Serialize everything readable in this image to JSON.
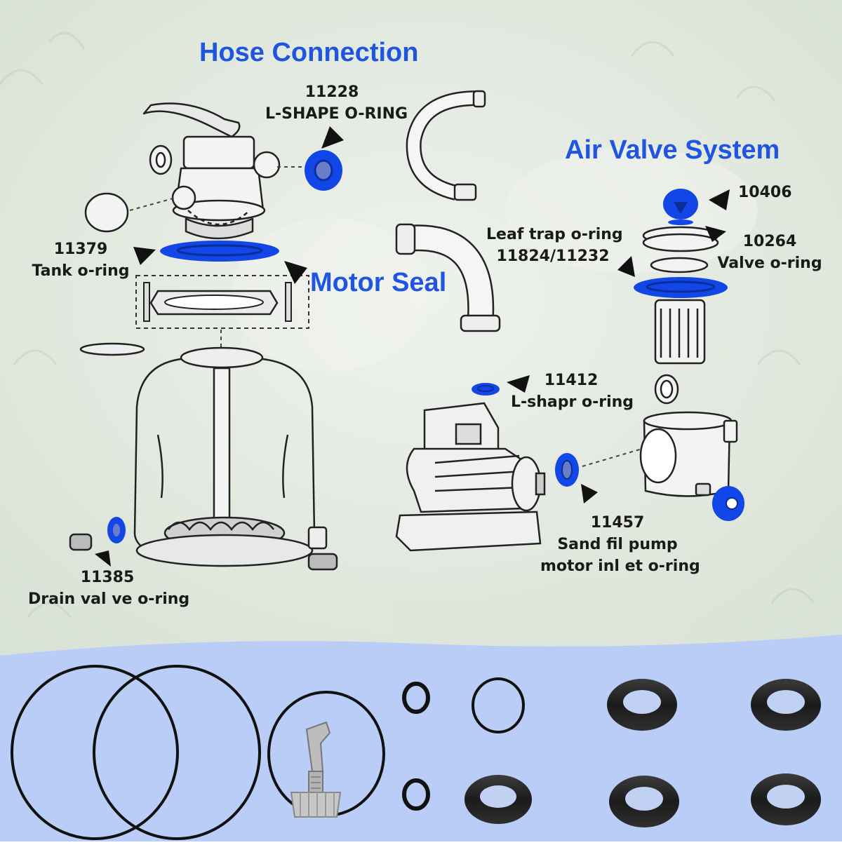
{
  "headings": {
    "hose_connection": "Hose Connection",
    "motor_seal": "Motor Seal",
    "air_valve_system": "Air Valve System"
  },
  "parts": {
    "p11228": {
      "number": "11228",
      "name": "L-SHAPE O-RING"
    },
    "p11379": {
      "number": "11379",
      "name": "Tank o-ring"
    },
    "p11385": {
      "number": "11385",
      "name": "Drain val ve o-ring"
    },
    "p10406": {
      "number": "10406"
    },
    "p10264": {
      "number": "10264",
      "name": "Valve o-ring"
    },
    "leaf_trap": {
      "name": "Leaf trap o-ring",
      "number": "11824/11232"
    },
    "p11412": {
      "number": "11412",
      "name": "L-shapr o-ring"
    },
    "p11457": {
      "number": "11457",
      "name_line1": "Sand fil pump",
      "name_line2": "motor inl et o-ring"
    }
  },
  "colors": {
    "accent_blue": "#1f55e0",
    "seal_blue": "#1346e6",
    "kit_band": "#b9cdf6",
    "label_text": "#1a1a1a",
    "photo_background": "#e5ebe3"
  },
  "kit_contents": {
    "large_orings": 2,
    "medium_orings": 1,
    "small_orings": 3,
    "air_valve_plugs": 1,
    "l_shape_gaskets": 5
  }
}
